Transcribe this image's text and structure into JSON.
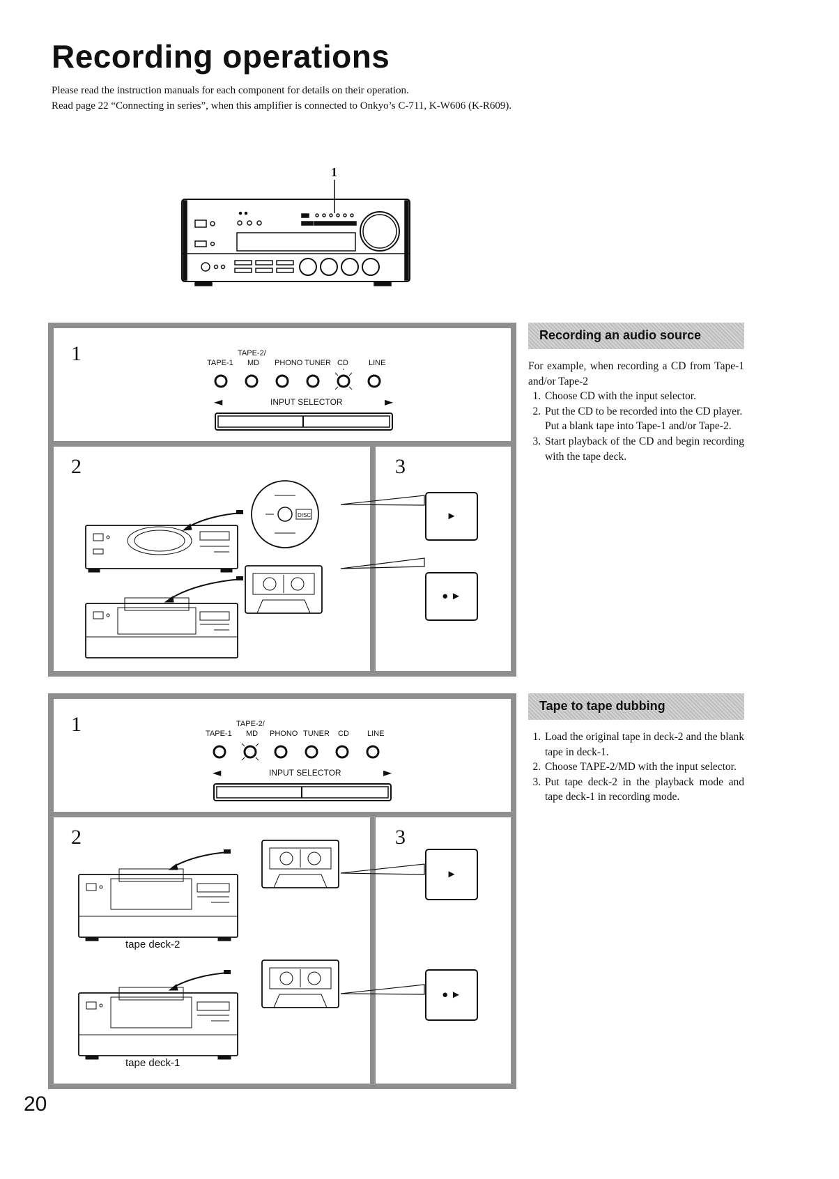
{
  "page": {
    "title": "Recording operations",
    "intro_lines": [
      "Please read the instruction manuals for each component for details on their operation.",
      "Read page 22 “Connecting in series”, when this amplifier is connected to Onkyo’s C-711, K-W606 (K-R609)."
    ],
    "page_number": "20"
  },
  "amplifier_figure": {
    "callout": "1"
  },
  "panel_labels": {
    "tape1": "TAPE-1",
    "tape2_top": "TAPE-2/",
    "md": "MD",
    "phono": "PHONO",
    "tuner": "TUNER",
    "cd": "CD",
    "line": "LINE",
    "input_selector": "INPUT SELECTOR"
  },
  "figure_a": {
    "step1": "1",
    "step2": "2",
    "step3": "3",
    "lit_selector": "CD",
    "disc_label": "DISC",
    "btn_play": "►",
    "btn_rec_play": "● ►"
  },
  "figure_b": {
    "step1": "1",
    "step2": "2",
    "step3": "3",
    "lit_selector": "MD",
    "deck2_label": "tape deck-2",
    "deck1_label": "tape deck-1",
    "btn_play": "►",
    "btn_rec_play": "● ►"
  },
  "section_audio": {
    "heading": "Recording an audio source",
    "lead": "For example, when recording a CD from Tape-1 and/or Tape-2",
    "steps": [
      "Choose CD with the input selector.",
      "Put the CD to be recorded into the CD player.",
      "Start playback of the CD and begin recording with the tape deck."
    ],
    "step2_extra": "Put a blank tape into Tape-1 and/or Tape-2."
  },
  "section_dubbing": {
    "heading": "Tape to tape dubbing",
    "steps": [
      "Load the original tape in deck-2 and the blank tape in deck-1.",
      "Choose TAPE-2/MD with the input selector.",
      "Put tape deck-2 in the playback mode and tape deck-1 in recording mode."
    ]
  }
}
